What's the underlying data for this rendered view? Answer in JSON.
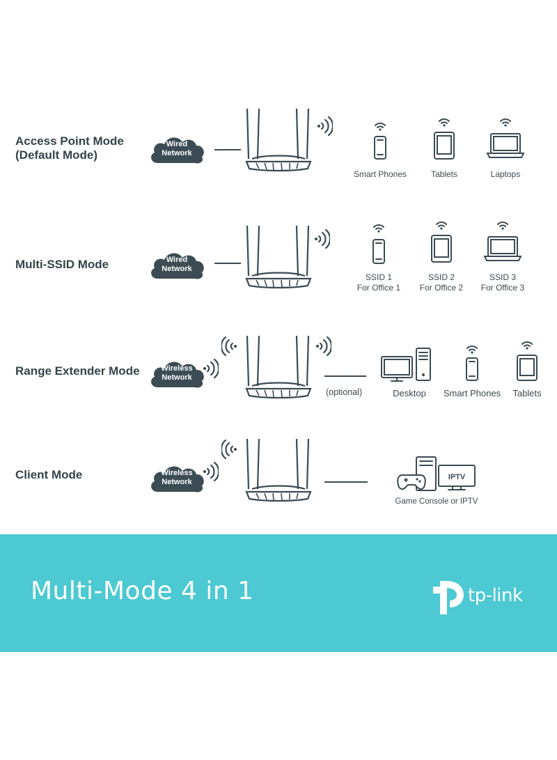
{
  "modes": [
    {
      "label": "Access Point Mode\n(Default Mode)",
      "network": "Wired\nNetwork",
      "devices": [
        {
          "icon": "smartphone-icon",
          "label": "Smart Phones"
        },
        {
          "icon": "tablet-icon",
          "label": "Tablets"
        },
        {
          "icon": "laptop-icon",
          "label": "Laptops"
        }
      ]
    },
    {
      "label": "Multi-SSID Mode",
      "network": "Wired\nNetwork",
      "devices": [
        {
          "icon": "smartphone-icon",
          "label": "SSID 1\nFor Office 1"
        },
        {
          "icon": "tablet-icon",
          "label": "SSID 2\nFor Office 2"
        },
        {
          "icon": "laptop-icon",
          "label": "SSID 3\nFor Office 3"
        }
      ]
    },
    {
      "label": "Range Extender Mode",
      "network": "Wireless\nNetwork",
      "optional": "(optional)",
      "devices": [
        {
          "icon": "desktop-icon",
          "label": "Desktop"
        },
        {
          "icon": "smartphone-icon",
          "label": "Smart Phones"
        },
        {
          "icon": "tablet-icon",
          "label": "Tablets"
        }
      ]
    },
    {
      "label": "Client Mode",
      "network": "Wireless\nNetwork",
      "devices": [
        {
          "icon": "game-console-iptv-icon",
          "label": "Game Console or IPTV",
          "badge": "IPTV"
        }
      ]
    }
  ],
  "banner": {
    "title": "Multi-Mode 4 in 1",
    "brand": "tp-link"
  },
  "colors": {
    "banner": "#4cc9d3",
    "cloud": "#3c4c55",
    "icon": "#3a4a52"
  }
}
